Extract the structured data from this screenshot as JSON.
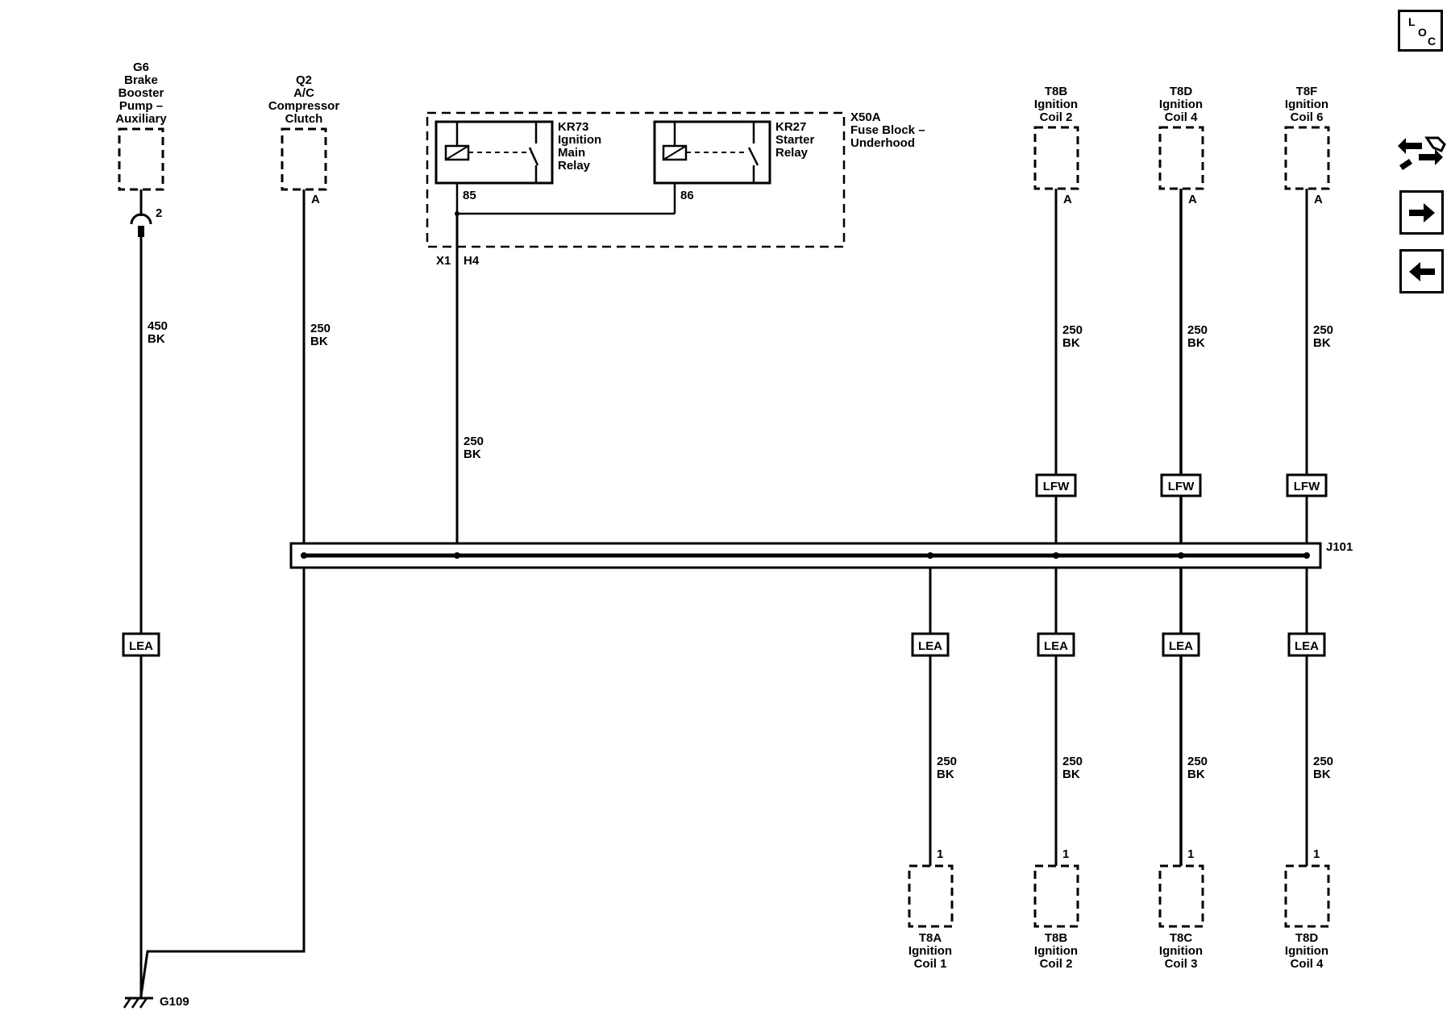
{
  "components": {
    "g6": [
      "G6",
      "Brake",
      "Booster",
      "Pump –",
      "Auxiliary"
    ],
    "q2": [
      "Q2",
      "A/C",
      "Compressor",
      "Clutch"
    ],
    "t8b_top": [
      "T8B",
      "Ignition",
      "Coil 2"
    ],
    "t8d_top": [
      "T8D",
      "Ignition",
      "Coil 4"
    ],
    "t8f_top": [
      "T8F",
      "Ignition",
      "Coil 6"
    ],
    "t8a_bot": [
      "T8A",
      "Ignition",
      "Coil 1"
    ],
    "t8b_bot": [
      "T8B",
      "Ignition",
      "Coil 2"
    ],
    "t8c_bot": [
      "T8C",
      "Ignition",
      "Coil 3"
    ],
    "t8d_bot": [
      "T8D",
      "Ignition",
      "Coil 4"
    ]
  },
  "relays": {
    "kr73": [
      "KR73",
      "Ignition",
      "Main",
      "Relay"
    ],
    "kr27": [
      "KR27",
      "Starter",
      "Relay"
    ]
  },
  "fuse_block": [
    "X50A",
    "Fuse Block –",
    "Underhood"
  ],
  "pins": {
    "g6": "2",
    "q2": "A",
    "t8b_top": "A",
    "t8d_top": "A",
    "t8f_top": "A",
    "kr73": "85",
    "kr27": "86",
    "bottom": "1",
    "connector_x1": "X1",
    "connector_h4": "H4"
  },
  "wires": {
    "g6": [
      "450",
      "BK"
    ],
    "q2": [
      "250",
      "BK"
    ],
    "relay": [
      "250",
      "BK"
    ],
    "t8b_top": [
      "250",
      "BK"
    ],
    "t8d_top": [
      "250",
      "BK"
    ],
    "t8f_top": [
      "250",
      "BK"
    ],
    "t8a_bot": [
      "250",
      "BK"
    ],
    "t8b_bot": [
      "250",
      "BK"
    ],
    "t8c_bot": [
      "250",
      "BK"
    ],
    "t8d_bot": [
      "250",
      "BK"
    ]
  },
  "inline_labels": {
    "lfw": "LFW",
    "lea": "LEA"
  },
  "splice": "J101",
  "ground": "G109",
  "nav": {
    "loc_chars": [
      "L",
      "O",
      "C"
    ]
  }
}
